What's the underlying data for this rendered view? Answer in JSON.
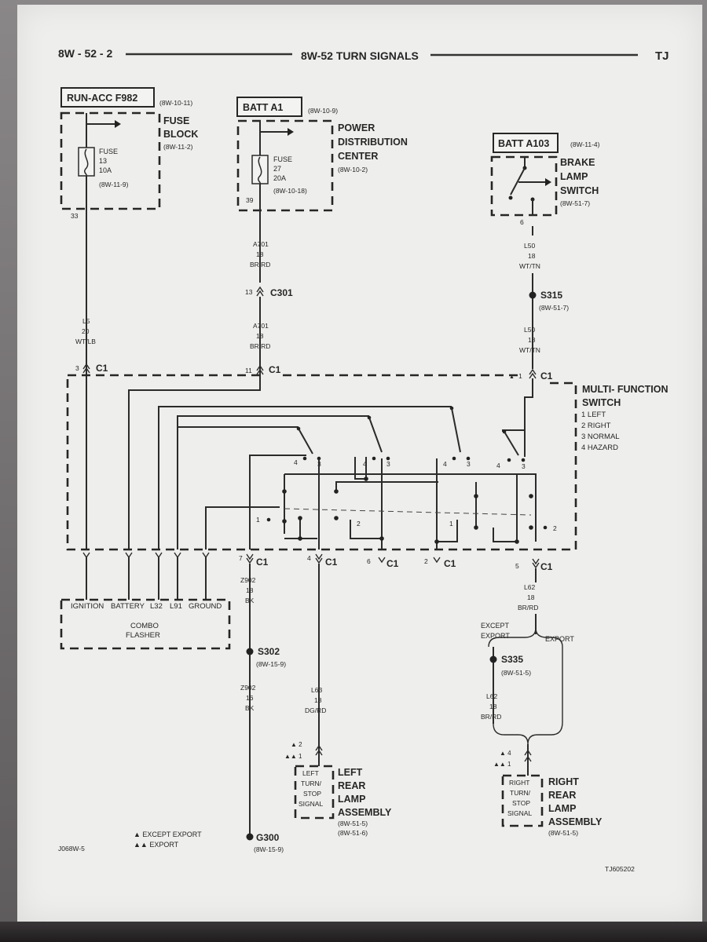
{
  "header": {
    "page_id": "8W - 52 - 2",
    "title": "8W-52 TURN SIGNALS",
    "model": "TJ"
  },
  "sources": {
    "run_acc": {
      "label": "RUN-ACC F982",
      "ref": "(8W-10-11)"
    },
    "fuse_block": {
      "name_line1": "FUSE",
      "name_line2": "BLOCK",
      "ref": "(8W-11-2)",
      "fuse_word": "FUSE",
      "fuse_num": "13",
      "fuse_amp": "10A",
      "fuse_ref": "(8W-11-9)",
      "pin": "33"
    },
    "batt_a1": {
      "label": "BATT A1",
      "ref": "(8W-10-9)"
    },
    "pdc": {
      "name_line1": "POWER",
      "name_line2": "DISTRIBUTION",
      "name_line3": "CENTER",
      "ref": "(8W-10-2)",
      "fuse_word": "FUSE",
      "fuse_num": "27",
      "fuse_amp": "20A",
      "fuse_ref": "(8W-10-18)",
      "pin": "39"
    },
    "batt_a103": {
      "label": "BATT A103",
      "ref": "(8W-11-4)"
    },
    "brake_switch": {
      "name_line1": "BRAKE",
      "name_line2": "LAMP",
      "name_line3": "SWITCH",
      "ref": "(8W-51-7)",
      "pin": "6"
    }
  },
  "wires": {
    "a701_top": {
      "code": "A701",
      "gauge": "18",
      "color": "BR/RD"
    },
    "c301": {
      "pin": "13",
      "label": "C301"
    },
    "a701_bottom": {
      "code": "A701",
      "gauge": "18",
      "color": "BR/RD"
    },
    "l5": {
      "code": "L5",
      "gauge": "20",
      "color": "WT/LB"
    },
    "l50_top": {
      "code": "L50",
      "gauge": "18",
      "color": "WT/TN"
    },
    "s315": {
      "label": "S315",
      "ref": "(8W-51-7)"
    },
    "l50_bottom": {
      "code": "L50",
      "gauge": "18",
      "color": "WT/TN"
    },
    "z902_top": {
      "code": "Z902",
      "gauge": "18",
      "color": "BK"
    },
    "s302": {
      "label": "S302",
      "ref": "(8W-15-9)"
    },
    "z902_bottom": {
      "code": "Z902",
      "gauge": "16",
      "color": "BK"
    },
    "l63": {
      "code": "L63",
      "gauge": "18",
      "color": "DG/RD"
    },
    "l62_top": {
      "code": "L62",
      "gauge": "18",
      "color": "BR/RD"
    },
    "l62_bottom": {
      "code": "L62",
      "gauge": "18",
      "color": "BR/RD"
    },
    "s335": {
      "label": "S335",
      "ref": "(8W-51-5)"
    }
  },
  "connectors": {
    "c1_left": {
      "pin": "3",
      "label": "C1"
    },
    "c1_mid": {
      "pin": "11",
      "label": "C1"
    },
    "c1_right": {
      "pin": "1",
      "label": "C1",
      "mark": "▲"
    },
    "c1_7": {
      "pin": "7",
      "label": "C1"
    },
    "c1_4": {
      "pin": "4",
      "label": "C1"
    },
    "c1_6": {
      "pin": "6",
      "label": "C1"
    },
    "c1_2": {
      "pin": "2",
      "label": "C1"
    },
    "c1_5": {
      "pin": "5",
      "label": "C1"
    }
  },
  "multifunction_switch": {
    "name_line1": "MULTI- FUNCTION",
    "name_line2": "SWITCH",
    "positions": [
      "1 LEFT",
      "2 RIGHT",
      "3 NORMAL",
      "4 HAZARD"
    ],
    "contact_numbers": [
      "4",
      "3",
      "4",
      "3",
      "4",
      "3",
      "4",
      "3",
      "1",
      "2",
      "1",
      "2"
    ]
  },
  "combo_flasher": {
    "terminals": [
      "IGNITION",
      "BATTERY",
      "L32",
      "L91",
      "GROUND"
    ],
    "name_line1": "COMBO",
    "name_line2": "FLASHER"
  },
  "export_branch": {
    "except": "EXCEPT",
    "except2": "EXPORT",
    "export": "EXPORT"
  },
  "left_lamp": {
    "inner": [
      "LEFT",
      "TURN/",
      "STOP",
      "SIGNAL"
    ],
    "name": [
      "LEFT",
      "REAR",
      "LAMP",
      "ASSEMBLY"
    ],
    "refs": [
      "(8W-51-5)",
      "(8W-51-6)"
    ],
    "pins": [
      "▲ 2",
      "▲▲ 1"
    ]
  },
  "right_lamp": {
    "inner": [
      "RIGHT",
      "TURN/",
      "STOP",
      "SIGNAL"
    ],
    "name": [
      "RIGHT",
      "REAR",
      "LAMP",
      "ASSEMBLY"
    ],
    "ref": "(8W-51-5)",
    "pins": [
      "▲ 4",
      "▲▲ 1"
    ]
  },
  "ground": {
    "label": "G300",
    "ref": "(8W-15-9)"
  },
  "legend": {
    "line1": "▲ EXCEPT EXPORT",
    "line2": "▲▲ EXPORT"
  },
  "footer": {
    "left_code": "J068W-5",
    "right_code": "TJ605202"
  }
}
